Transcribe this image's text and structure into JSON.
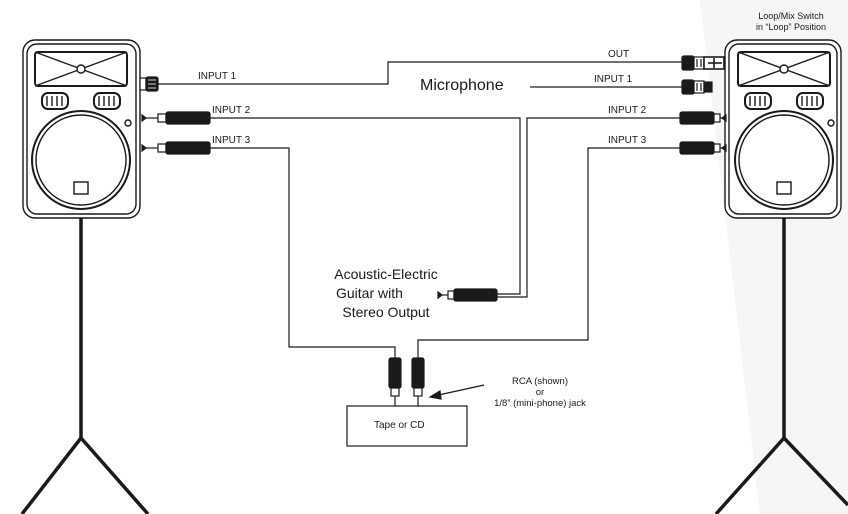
{
  "switch_note": {
    "line1": "Loop/Mix Switch",
    "line2": "in “Loop” Position"
  },
  "left_speaker": {
    "inputs": [
      "INPUT 1",
      "INPUT 2",
      "INPUT 3"
    ]
  },
  "right_speaker": {
    "out_label": "OUT",
    "inputs": [
      "INPUT 1",
      "INPUT 2",
      "INPUT 3"
    ]
  },
  "sources": {
    "microphone": "Microphone",
    "guitar": [
      "Acoustic-Electric",
      "Guitar with",
      "Stereo Output"
    ],
    "player": "Tape or CD"
  },
  "connector_note": {
    "line1": "RCA (shown)",
    "line2": "or",
    "line3": "1/8” (mini-phone) jack"
  },
  "colors": {
    "line": "#1a1a1a",
    "fill": "#ffffff",
    "shadow": "#dcdcdc"
  }
}
